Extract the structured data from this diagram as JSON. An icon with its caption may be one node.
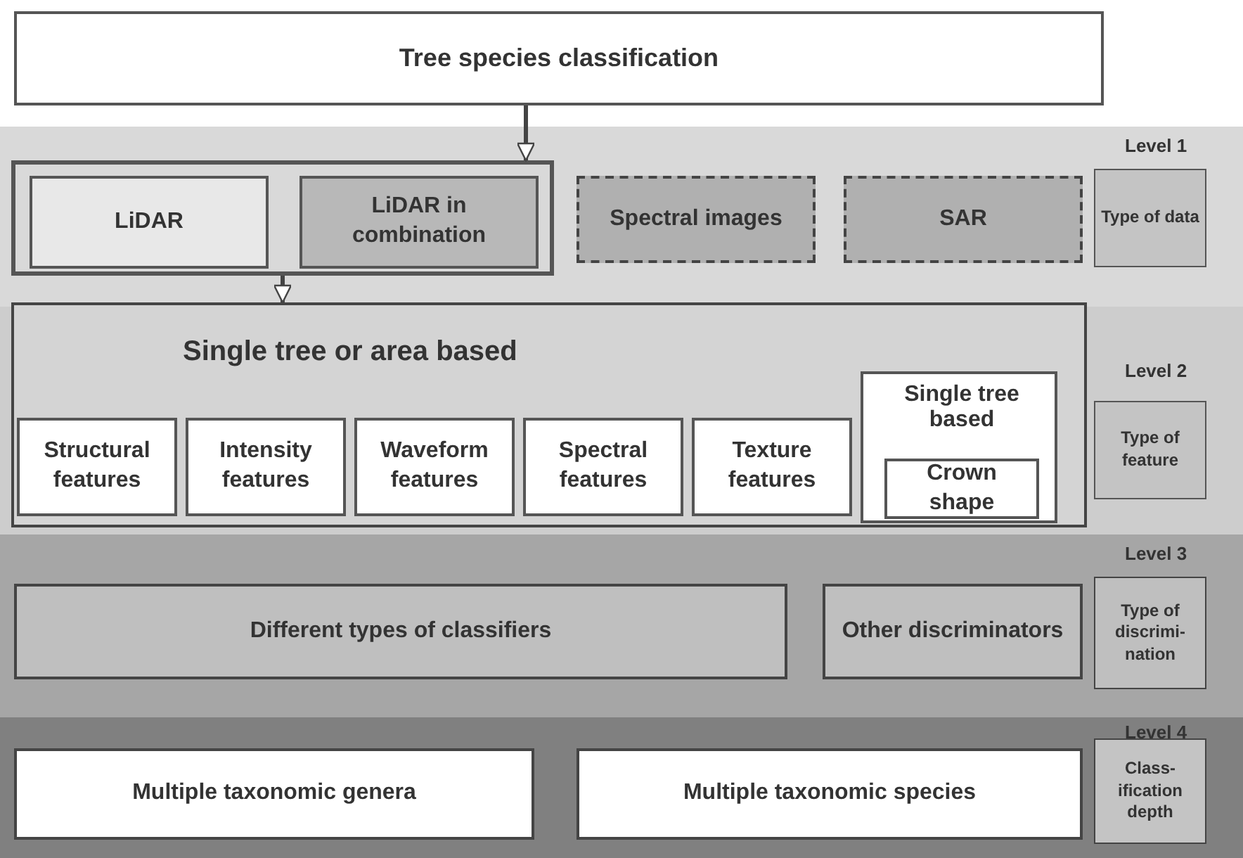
{
  "diagram": {
    "nodes": [
      {
        "text": [
          "Tree species classification"
        ]
      },
      {
        "text": [
          "Level 1"
        ]
      },
      {
        "text": [],
        "shape": "box",
        "in": 1
      },
      {
        "text": [
          "LiDAR"
        ],
        "in": 2
      },
      {
        "text": [
          "LiDAR in combination"
        ],
        "in": 2
      },
      {
        "text": [
          "Spectral images"
        ],
        "in": 1
      },
      {
        "text": [
          "SAR"
        ],
        "in": 1
      },
      {
        "text": [
          "Type of data"
        ],
        "in": 1
      },
      {
        "text": [
          "Level 2"
        ]
      },
      {
        "text": [
          "Single tree or area based"
        ],
        "in": 8
      },
      {
        "text": [
          "Structural features"
        ],
        "in": 9
      },
      {
        "text": [
          "Intensity features"
        ],
        "in": 9
      },
      {
        "text": [
          "Waveform features"
        ],
        "in": 9
      },
      {
        "text": [
          "Spectral features"
        ],
        "in": 9
      },
      {
        "text": [
          "Texture features"
        ],
        "in": 9
      },
      {
        "text": [
          "Single tree based"
        ],
        "in": 9
      },
      {
        "text": [
          "Crown shape"
        ],
        "in": 15
      },
      {
        "text": [
          "Type of feature"
        ],
        "in": 8
      },
      {
        "text": [
          "Level 3"
        ]
      },
      {
        "text": [
          "Different types of classifiers"
        ],
        "in": 18
      },
      {
        "text": [
          "Other discriminators"
        ],
        "in": 18
      },
      {
        "text": [
          "Type of discrimi- nation"
        ],
        "in": 18
      },
      {
        "text": [
          "Level 4"
        ]
      },
      {
        "text": [
          "Multiple taxonomic genera"
        ],
        "in": 22
      },
      {
        "text": [
          "Multiple taxonomic species"
        ],
        "in": 22
      },
      {
        "text": [
          "Class- ification depth"
        ],
        "in": 22
      }
    ],
    "edges": [
      {
        "from": 0,
        "to": 2,
        "arrow": "to"
      },
      {
        "from": 2,
        "to": 9,
        "arrow": "to"
      }
    ]
  }
}
